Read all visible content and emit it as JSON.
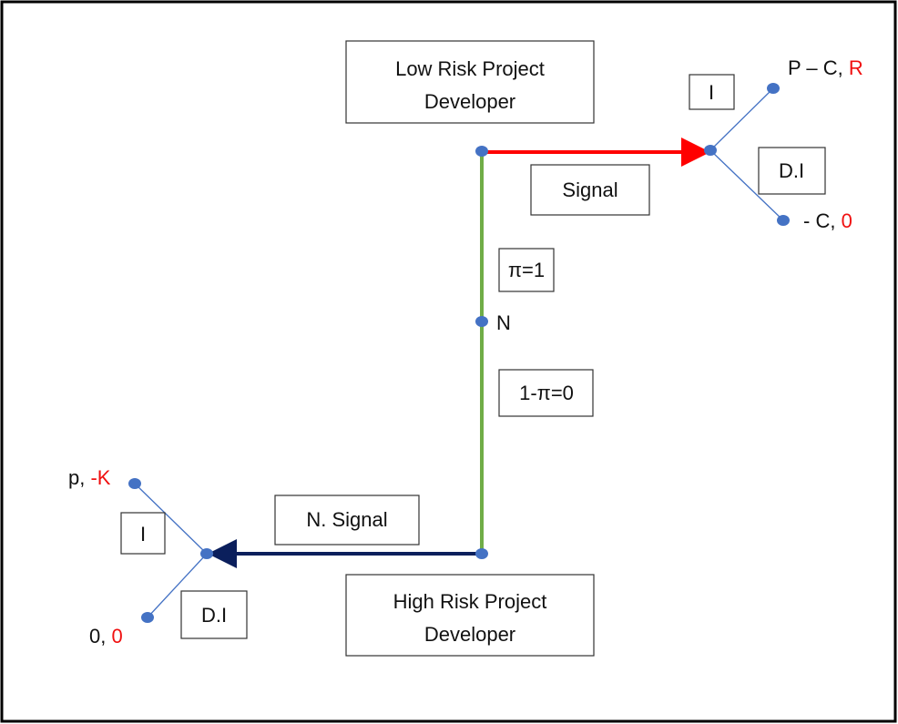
{
  "diagram": {
    "low_risk": {
      "line1": "Low Risk Project",
      "line2": "Developer"
    },
    "high_risk": {
      "line1": "High Risk Project",
      "line2": "Developer"
    },
    "signal": "Signal",
    "no_signal": "N. Signal",
    "nature_node": "N",
    "prob_low": "π=1",
    "prob_high": "1-π=0",
    "top_branch": {
      "invest": "I",
      "dont_invest": "D.I",
      "invest_payoff": {
        "first": "P – C, ",
        "second": "R"
      },
      "dont_invest_payoff": {
        "first": "- C, ",
        "second": "0"
      }
    },
    "bottom_branch": {
      "invest": "I",
      "dont_invest": "D.I",
      "invest_payoff": {
        "first": "p, ",
        "second": "-K"
      },
      "dont_invest_payoff": {
        "first": "0, ",
        "second": "0"
      }
    },
    "colors": {
      "signal_arrow": "#ff0000",
      "no_signal_arrow": "#0b1f5c",
      "nature_line": "#70ad47",
      "node": "#4472c4",
      "payoff_highlight": "#f01010"
    }
  }
}
